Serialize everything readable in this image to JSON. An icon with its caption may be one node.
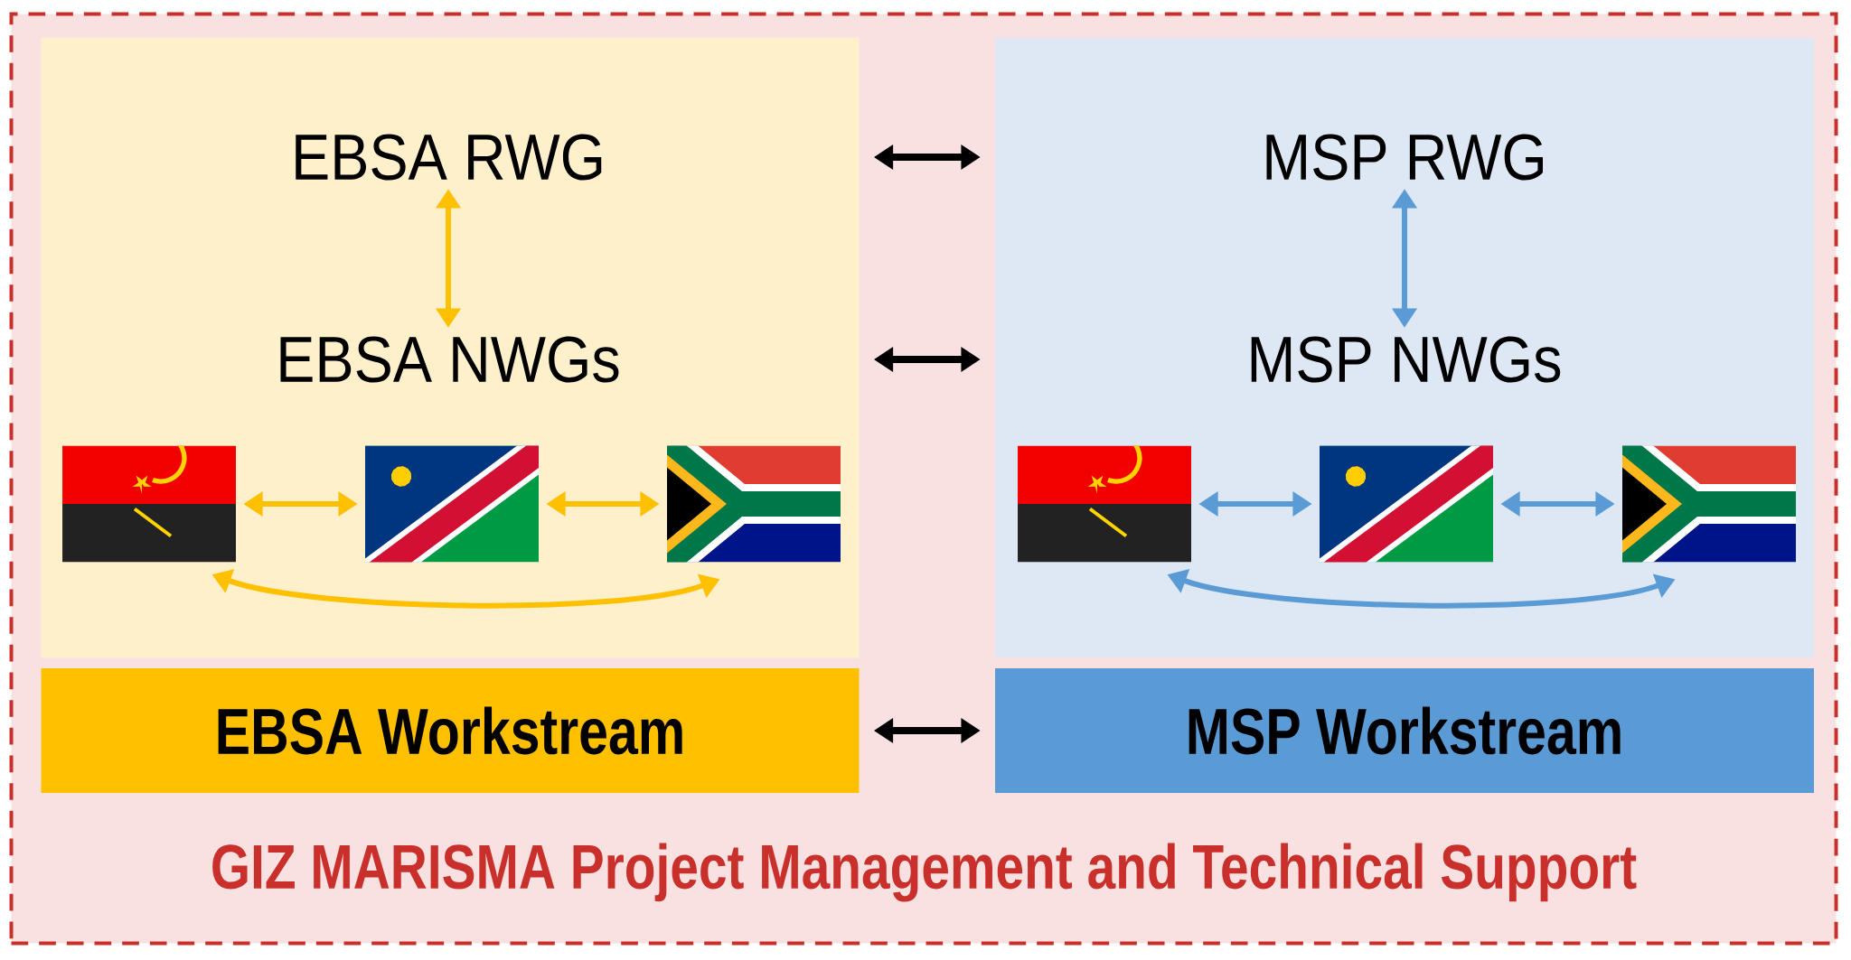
{
  "diagram": {
    "nodes": [
      {
        "text": [
          "GIZ MARISMA Project Management and Technical Support"
        ]
      },
      {
        "text": [],
        "shape": "box",
        "in": 0
      },
      {
        "text": [
          "EBSA RWG"
        ],
        "in": 1
      },
      {
        "text": [
          "EBSA NWGs"
        ],
        "in": 1
      },
      {
        "text": [],
        "shape": "flag",
        "in": 1
      },
      {
        "text": [],
        "shape": "flag",
        "in": 1
      },
      {
        "text": [],
        "shape": "flag",
        "in": 1
      },
      {
        "text": [
          "EBSA Workstream"
        ],
        "in": 0
      },
      {
        "text": [],
        "shape": "box",
        "in": 0
      },
      {
        "text": [
          "MSP RWG"
        ],
        "in": 8
      },
      {
        "text": [
          "MSP NWGs"
        ],
        "in": 8
      },
      {
        "text": [],
        "shape": "flag",
        "in": 8
      },
      {
        "text": [],
        "shape": "flag",
        "in": 8
      },
      {
        "text": [],
        "shape": "flag",
        "in": 8
      },
      {
        "text": [
          "MSP Workstream"
        ],
        "in": 0
      }
    ],
    "edges": [
      {
        "from": 1,
        "to": 8,
        "arrow": "both",
        "color": "#000000"
      },
      {
        "from": 1,
        "to": 8,
        "arrow": "both",
        "color": "#000000"
      },
      {
        "from": 7,
        "to": 14,
        "arrow": "both",
        "color": "#000000"
      },
      {
        "from": 2,
        "to": 3,
        "arrow": "both",
        "color": "#ffc000"
      },
      {
        "from": 4,
        "to": 5,
        "arrow": "both",
        "color": "#ffc000"
      },
      {
        "from": 5,
        "to": 6,
        "arrow": "both",
        "color": "#ffc000"
      },
      {
        "from": 4,
        "to": 6,
        "arrow": "both",
        "color": "#ffc000"
      },
      {
        "from": 9,
        "to": 10,
        "arrow": "both",
        "color": "#5b9bd5"
      },
      {
        "from": 11,
        "to": 12,
        "arrow": "both",
        "color": "#5b9bd5"
      },
      {
        "from": 12,
        "to": 13,
        "arrow": "both",
        "color": "#5b9bd5"
      },
      {
        "from": 11,
        "to": 13,
        "arrow": "both",
        "color": "#5b9bd5"
      }
    ]
  }
}
